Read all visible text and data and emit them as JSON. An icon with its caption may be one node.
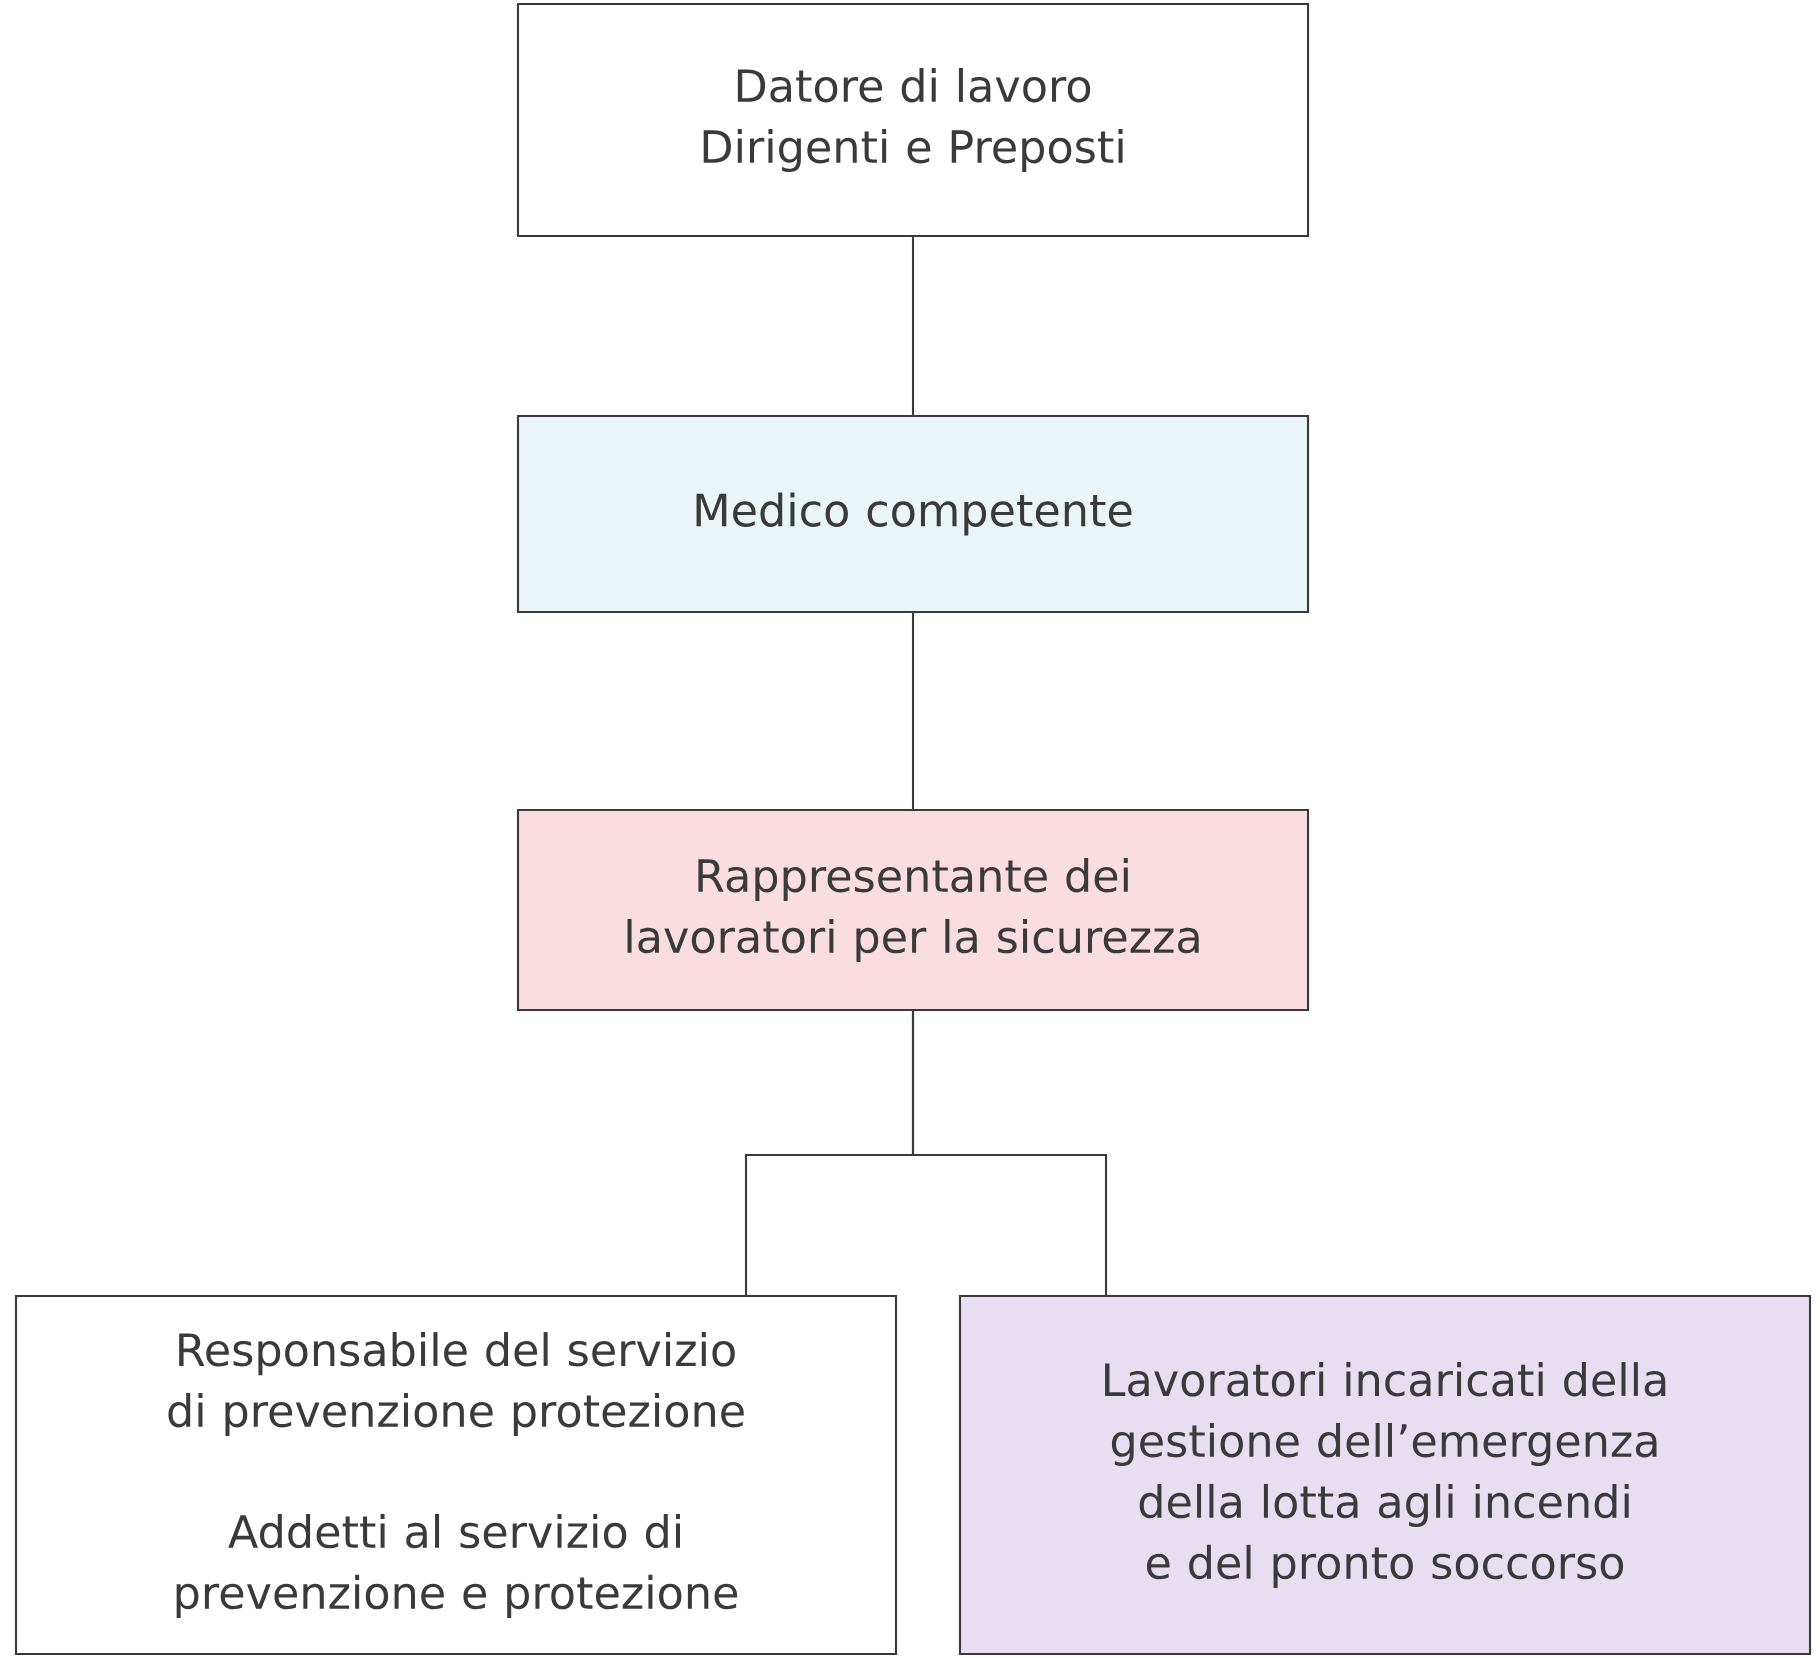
{
  "diagram": {
    "nodes": [
      {
        "text": [
          "Datore di lavoro",
          "Dirigenti e Preposti"
        ]
      },
      {
        "text": [
          "Medico competente"
        ]
      },
      {
        "text": [
          "Rappresentante dei lavoratori per la sicurezza"
        ]
      },
      {
        "text": [
          "Responsabile del servizio di prevenzione protezione",
          "Addetti al servizio di prevenzione e protezione"
        ]
      },
      {
        "text": [
          "Lavoratori incaricati della gestione dell’emergenza della lotta agli incendi e del pronto soccorso"
        ]
      }
    ],
    "edges": [
      {
        "from": 0,
        "to": 1,
        "arrow": "none"
      },
      {
        "from": 1,
        "to": 2,
        "arrow": "none"
      },
      {
        "from": 2,
        "to": 3,
        "arrow": "none"
      },
      {
        "from": 2,
        "to": 4,
        "arrow": "none"
      }
    ]
  }
}
